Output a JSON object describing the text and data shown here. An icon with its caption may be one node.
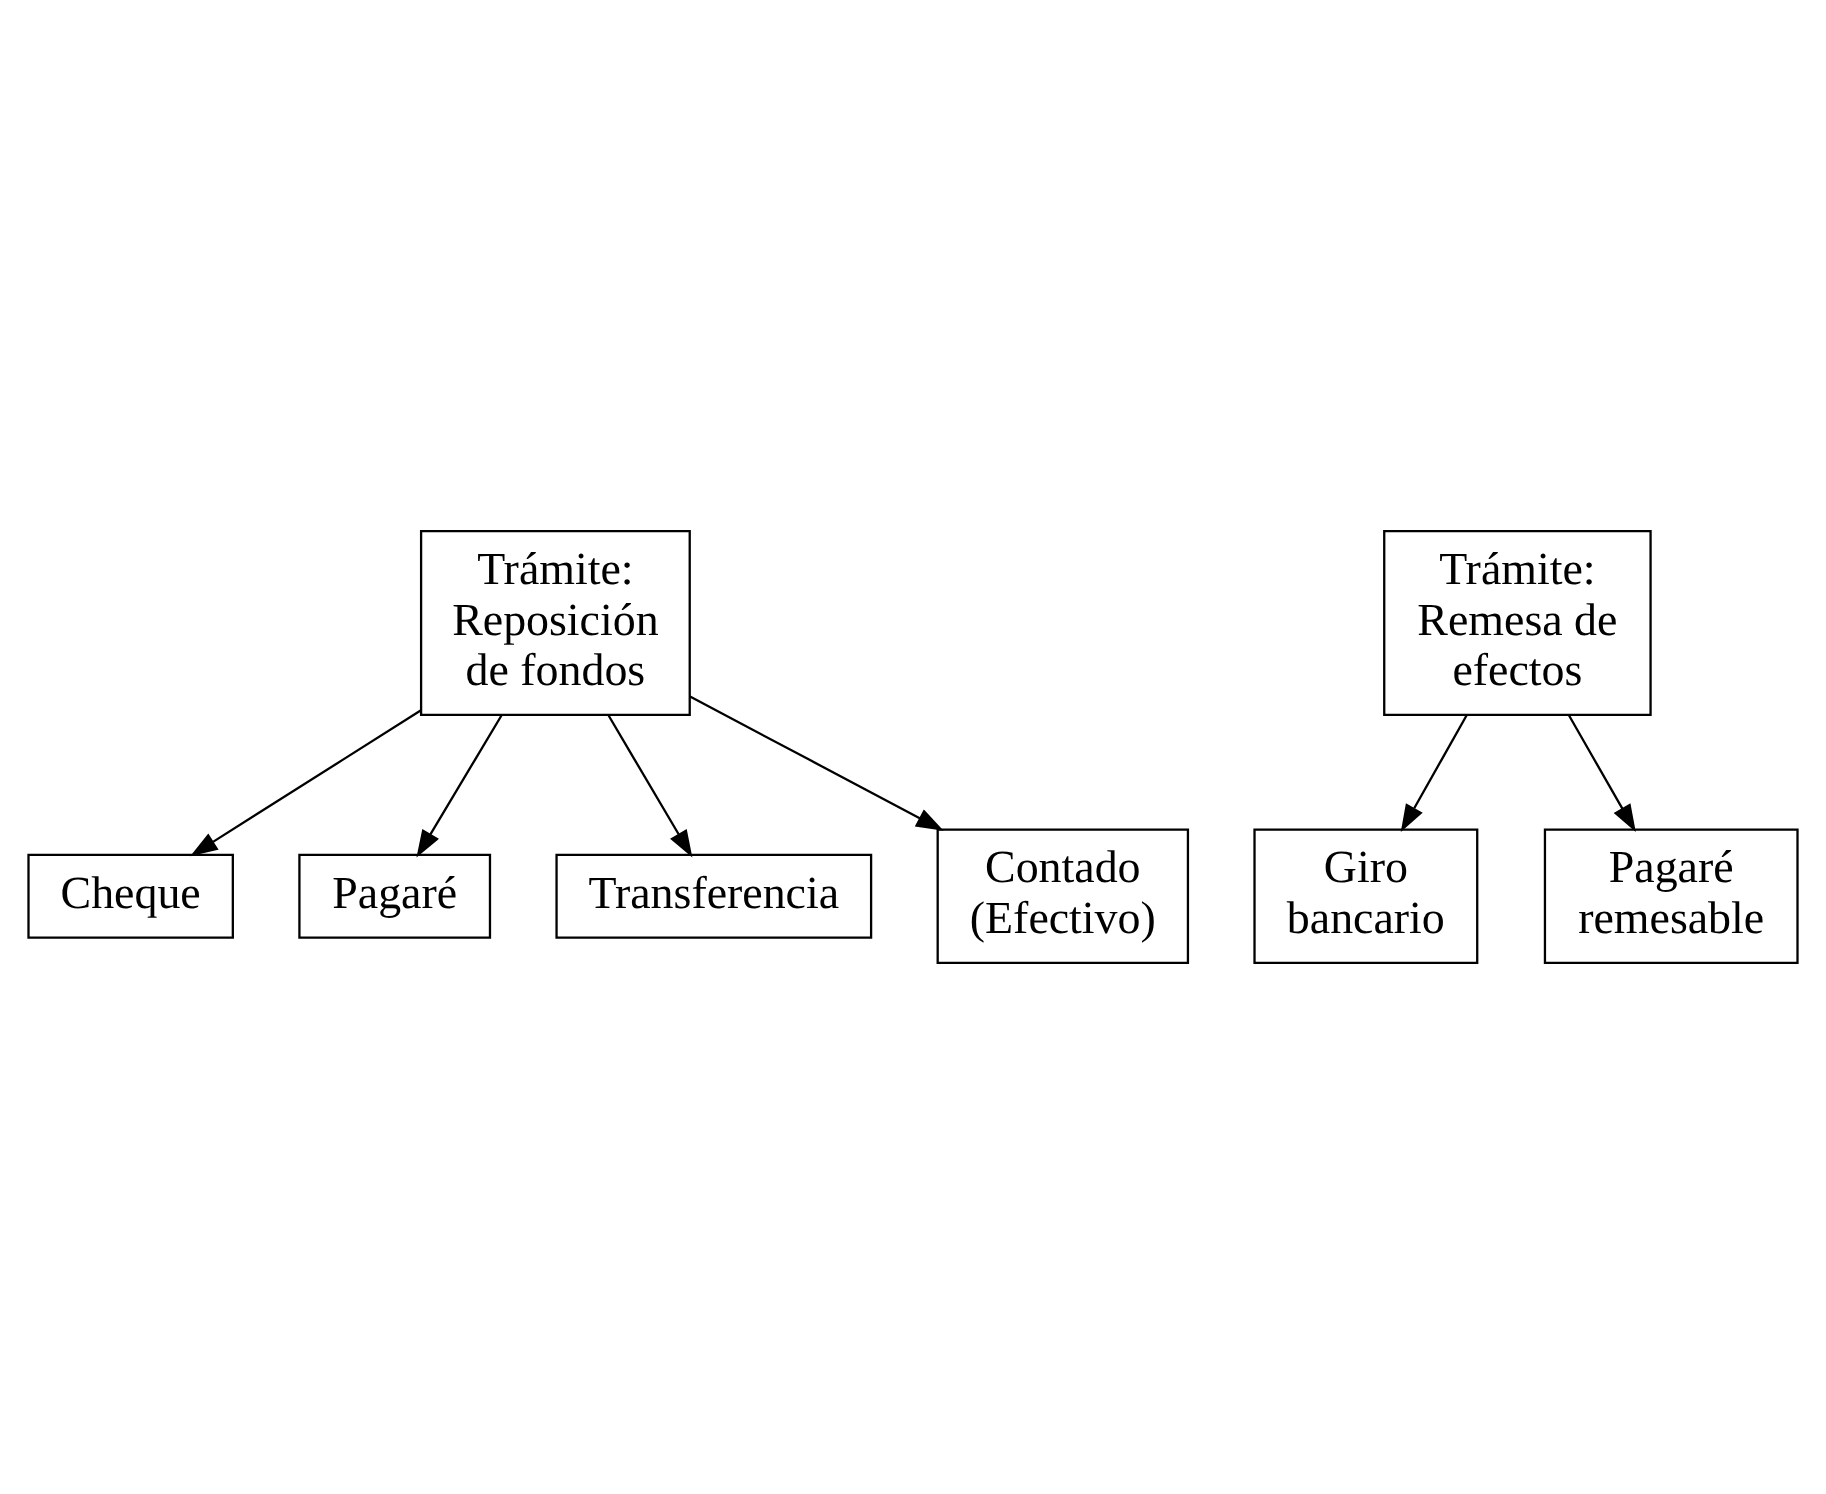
{
  "diagram": {
    "nodes": [
      {
        "text": [
          "Trámite: Reposición de fondos"
        ]
      },
      {
        "text": [
          "Cheque"
        ]
      },
      {
        "text": [
          "Pagaré"
        ]
      },
      {
        "text": [
          "Transferencia"
        ]
      },
      {
        "text": [
          "Contado (Efectivo)"
        ]
      },
      {
        "text": [
          "Trámite: Remesa de efectos"
        ]
      },
      {
        "text": [
          "Giro bancario"
        ]
      },
      {
        "text": [
          "Pagaré remesable"
        ]
      }
    ],
    "edges": [
      {
        "from": 0,
        "to": 1,
        "arrow": "to"
      },
      {
        "from": 0,
        "to": 2,
        "arrow": "to"
      },
      {
        "from": 0,
        "to": 3,
        "arrow": "to"
      },
      {
        "from": 0,
        "to": 4,
        "arrow": "to"
      },
      {
        "from": 5,
        "to": 6,
        "arrow": "to"
      },
      {
        "from": 5,
        "to": 7,
        "arrow": "to"
      }
    ]
  }
}
